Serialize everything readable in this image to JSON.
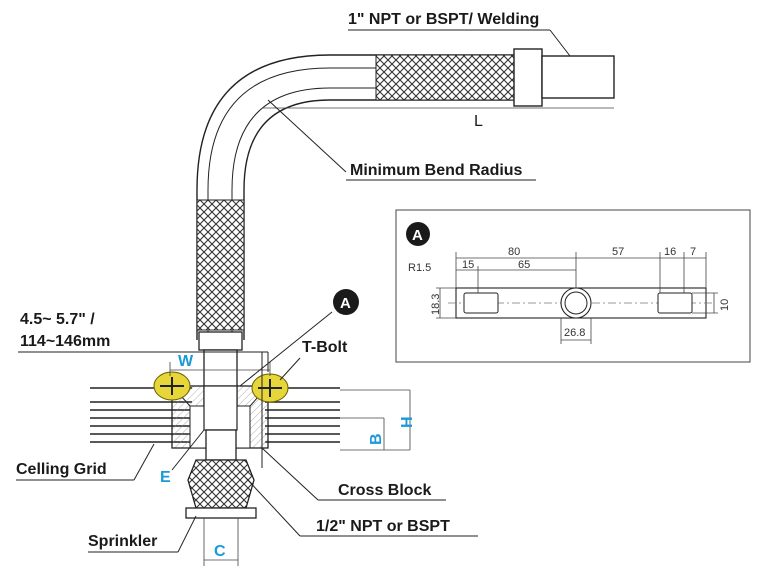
{
  "labels": {
    "npt_welding": "1\" NPT or BSPT/ Welding",
    "length": "L",
    "min_bend_radius": "Minimum Bend Radius",
    "size_range_line1": "4.5~ 5.7\" /",
    "size_range_line2": "114~146mm",
    "t_bolt": "T-Bolt",
    "ceiling_grid": "Celling Grid",
    "cross_block": "Cross Block",
    "sprinkler": "Sprinkler",
    "npt_half": "1/2\" NPT or BSPT"
  },
  "dimension_letters": {
    "w": "W",
    "h": "H",
    "b": "B",
    "e": "E",
    "c": "C"
  },
  "detail_marker": "A",
  "detail_view": {
    "marker": "A",
    "dims": {
      "d80": "80",
      "d57": "57",
      "d16": "16",
      "d7": "7",
      "r15": "R1.5",
      "d15": "15",
      "d65": "65",
      "d18_3": "18.3",
      "d10": "10",
      "d26_8": "26.8"
    }
  },
  "colors": {
    "line": "#222222",
    "accent_blue": "#1a9ad6",
    "highlight_yellow": "#e6d63a",
    "marker_fill": "#1a1a1a"
  }
}
